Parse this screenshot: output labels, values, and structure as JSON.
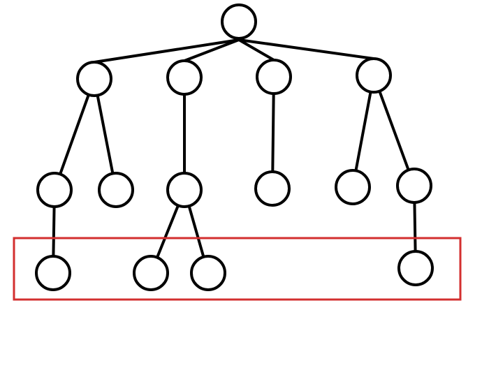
{
  "diagram": {
    "type": "tree",
    "stroke_color": "#000000",
    "node_fill": "#ffffff",
    "highlight_color": "#d32f2f",
    "nodes": [
      {
        "id": "n0",
        "depth": 0
      },
      {
        "id": "n1",
        "depth": 1
      },
      {
        "id": "n2",
        "depth": 1
      },
      {
        "id": "n3",
        "depth": 1
      },
      {
        "id": "n4",
        "depth": 1
      },
      {
        "id": "n5",
        "depth": 2
      },
      {
        "id": "n6",
        "depth": 2
      },
      {
        "id": "n7",
        "depth": 2
      },
      {
        "id": "n8",
        "depth": 2
      },
      {
        "id": "n9",
        "depth": 2
      },
      {
        "id": "n10",
        "depth": 2
      },
      {
        "id": "n11",
        "depth": 3
      },
      {
        "id": "n12",
        "depth": 3
      },
      {
        "id": "n13",
        "depth": 3
      },
      {
        "id": "n14",
        "depth": 3
      }
    ],
    "edges": [
      [
        "n0",
        "n1"
      ],
      [
        "n0",
        "n2"
      ],
      [
        "n0",
        "n3"
      ],
      [
        "n0",
        "n4"
      ],
      [
        "n1",
        "n5"
      ],
      [
        "n1",
        "n6"
      ],
      [
        "n2",
        "n7"
      ],
      [
        "n3",
        "n8"
      ],
      [
        "n4",
        "n9"
      ],
      [
        "n4",
        "n10"
      ],
      [
        "n5",
        "n11"
      ],
      [
        "n7",
        "n12"
      ],
      [
        "n7",
        "n13"
      ],
      [
        "n10",
        "n14"
      ]
    ],
    "highlighted_level": 3
  }
}
